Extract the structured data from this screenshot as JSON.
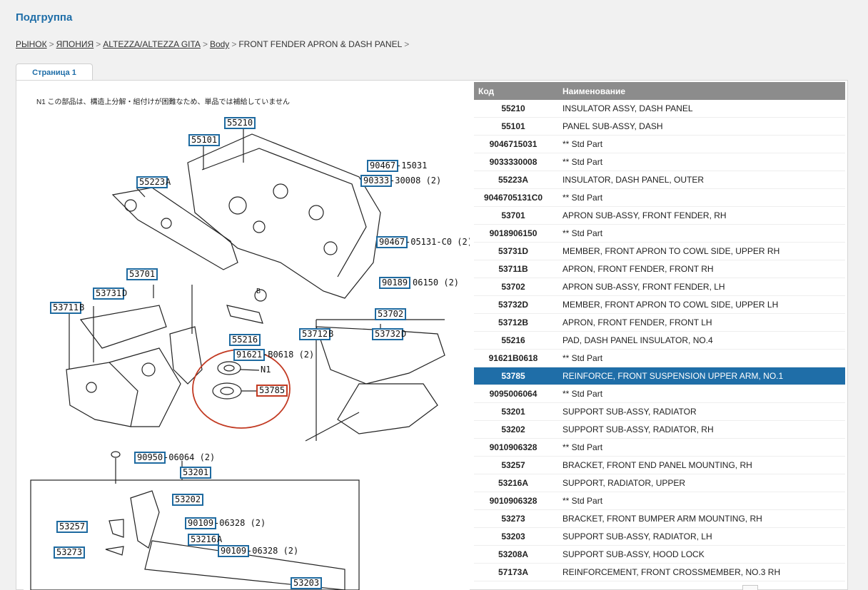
{
  "heading": "Подгруппа",
  "breadcrumb": [
    "РЫНОК",
    "ЯПОНИЯ",
    "ALTEZZA/ALTEZZA GITA",
    "Body",
    "FRONT FENDER APRON & DASH PANEL"
  ],
  "tab_label": "Страница 1",
  "diagram": {
    "note": "N1  この部品は、構造上分解・組付けが困難なため、単品では補給していません",
    "callouts": [
      {
        "code": "55210",
        "suffix": ""
      },
      {
        "code": "55101",
        "suffix": ""
      },
      {
        "code": "90467",
        "suffix": "-15031"
      },
      {
        "code": "90333",
        "suffix": "-30008 (2)"
      },
      {
        "code": "55223",
        "suffix": "A"
      },
      {
        "code": "90467",
        "suffix": "-05131-C0 (2)"
      },
      {
        "code": "90189",
        "suffix": "06150 (2)"
      },
      {
        "code": "53701",
        "suffix": ""
      },
      {
        "code": "53731",
        "suffix": "D"
      },
      {
        "code": "53711",
        "suffix": "B"
      },
      {
        "code": "53702",
        "suffix": ""
      },
      {
        "code": "53712",
        "suffix": "B"
      },
      {
        "code": "53732",
        "suffix": "D"
      },
      {
        "code": "55216",
        "suffix": ""
      },
      {
        "code": "91621",
        "suffix": "-B0618 (2)"
      },
      {
        "code": "53785",
        "suffix": ""
      },
      {
        "code": "90950",
        "suffix": "-06064 (2)"
      },
      {
        "code": "53201",
        "suffix": ""
      },
      {
        "code": "53202",
        "suffix": ""
      },
      {
        "code": "90109",
        "suffix": "-06328 (2)"
      },
      {
        "code": "53257",
        "suffix": ""
      },
      {
        "code": "53216",
        "suffix": "A"
      },
      {
        "code": "53273",
        "suffix": ""
      },
      {
        "code": "90109",
        "suffix": "-06328 (2)"
      },
      {
        "code": "53203",
        "suffix": ""
      }
    ],
    "n1_label": "N1",
    "b_label": "B"
  },
  "table": {
    "headers": {
      "code": "Код",
      "name": "Наименование"
    },
    "rows": [
      {
        "code": "55210",
        "name": "INSULATOR ASSY, DASH PANEL"
      },
      {
        "code": "55101",
        "name": "PANEL SUB-ASSY, DASH"
      },
      {
        "code": "9046715031",
        "name": "** Std Part"
      },
      {
        "code": "9033330008",
        "name": "** Std Part"
      },
      {
        "code": "55223A",
        "name": "INSULATOR, DASH PANEL, OUTER"
      },
      {
        "code": "9046705131C0",
        "name": "** Std Part"
      },
      {
        "code": "53701",
        "name": "APRON SUB-ASSY, FRONT FENDER, RH"
      },
      {
        "code": "9018906150",
        "name": "** Std Part"
      },
      {
        "code": "53731D",
        "name": "MEMBER, FRONT APRON TO COWL SIDE, UPPER RH"
      },
      {
        "code": "53711B",
        "name": "APRON, FRONT FENDER, FRONT RH"
      },
      {
        "code": "53702",
        "name": "APRON SUB-ASSY, FRONT FENDER, LH"
      },
      {
        "code": "53732D",
        "name": "MEMBER, FRONT APRON TO COWL SIDE, UPPER LH"
      },
      {
        "code": "53712B",
        "name": "APRON, FRONT FENDER, FRONT LH"
      },
      {
        "code": "55216",
        "name": "PAD, DASH PANEL INSULATOR, NO.4"
      },
      {
        "code": "91621B0618",
        "name": "** Std Part"
      },
      {
        "code": "53785",
        "name": "REINFORCE, FRONT SUSPENSION UPPER ARM, NO.1",
        "selected": true
      },
      {
        "code": "9095006064",
        "name": "** Std Part"
      },
      {
        "code": "53201",
        "name": "SUPPORT SUB-ASSY, RADIATOR"
      },
      {
        "code": "53202",
        "name": "SUPPORT SUB-ASSY, RADIATOR, RH"
      },
      {
        "code": "9010906328",
        "name": "** Std Part"
      },
      {
        "code": "53257",
        "name": "BRACKET, FRONT END PANEL MOUNTING, RH"
      },
      {
        "code": "53216A",
        "name": "SUPPORT, RADIATOR, UPPER"
      },
      {
        "code": "9010906328",
        "name": "** Std Part"
      },
      {
        "code": "53273",
        "name": "BRACKET, FRONT BUMPER ARM MOUNTING, RH"
      },
      {
        "code": "53203",
        "name": "SUPPORT SUB-ASSY, RADIATOR, LH"
      },
      {
        "code": "53208A",
        "name": "SUPPORT SUB-ASSY, HOOD LOCK"
      },
      {
        "code": "57173A",
        "name": "REINFORCEMENT, FRONT CROSSMEMBER, NO.3 RH"
      }
    ]
  },
  "colors": {
    "accent": "#1f6ea8",
    "highlight_circle": "#c23a22",
    "header_bg": "#8c8c8c"
  }
}
